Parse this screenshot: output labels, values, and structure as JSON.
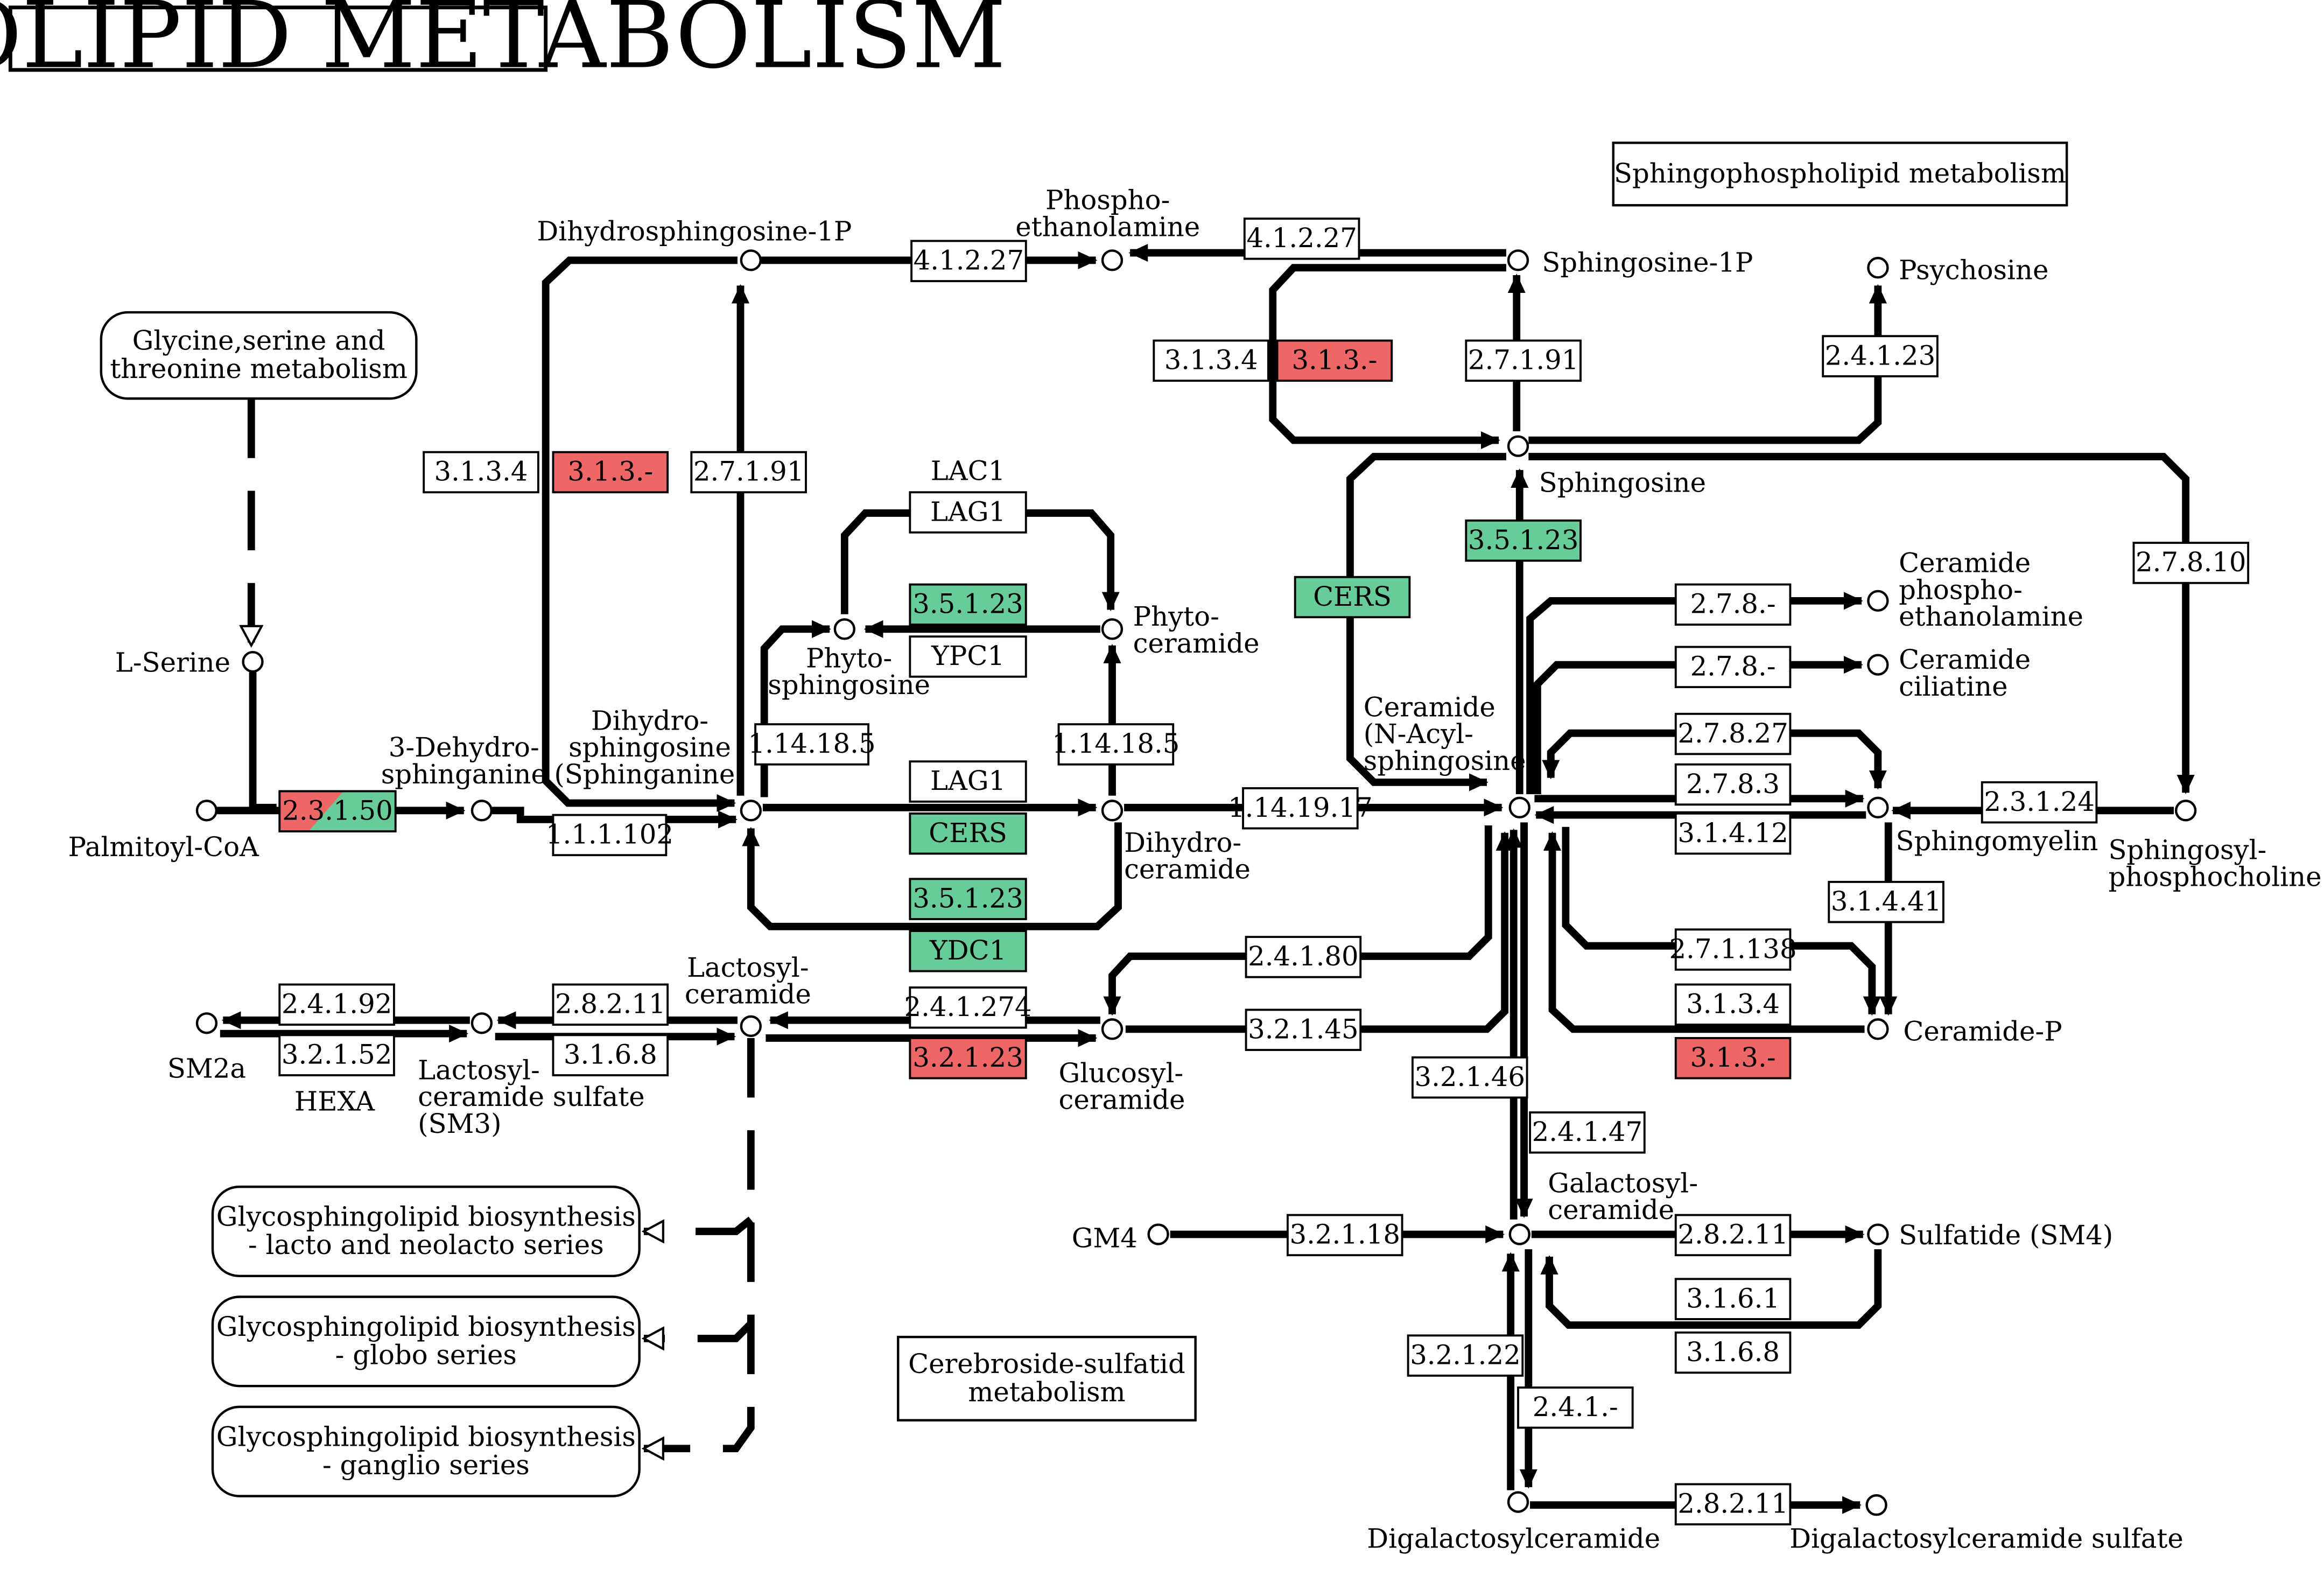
{
  "title": "SPHINGOLIPID METABOLISM",
  "colors": {
    "green": "#66cc99",
    "red": "#ee6666",
    "plain": "#ffffff",
    "line": "#000000"
  },
  "maps": [
    {
      "id": "map-gly",
      "text": [
        "Glycine,serine and",
        "threonine metabolism"
      ]
    },
    {
      "id": "map-sphp",
      "text": [
        "Sphingophospholipid metabolism"
      ]
    },
    {
      "id": "map-lacto",
      "text": [
        "Glycosphingolipid biosynthesis",
        "- lacto and neolacto series"
      ]
    },
    {
      "id": "map-globo",
      "text": [
        "Glycosphingolipid biosynthesis",
        "- globo series"
      ]
    },
    {
      "id": "map-ganglio",
      "text": [
        "Glycosphingolipid biosynthesis",
        "- ganglio series"
      ]
    },
    {
      "id": "map-cerebroside",
      "text": [
        "Cerebroside-sulfatid",
        "metabolism"
      ]
    }
  ],
  "compounds": [
    {
      "id": "c-serine",
      "label": [
        "L-Serine"
      ]
    },
    {
      "id": "c-palmitoyl",
      "label": [
        "Palmitoyl-CoA"
      ]
    },
    {
      "id": "c-3dehydro",
      "label": [
        "3-Dehydro-",
        "sphinganine"
      ]
    },
    {
      "id": "c-dihydrosph",
      "label": [
        "Dihydro-",
        "sphingosine",
        "(Sphinganine)"
      ]
    },
    {
      "id": "c-dihydrosph1p",
      "label": [
        "Dihydrosphingosine-1P"
      ]
    },
    {
      "id": "c-phosphoeth",
      "label": [
        "Phospho-",
        "ethanolamine"
      ]
    },
    {
      "id": "c-sph1p",
      "label": [
        "Sphingosine-1P"
      ]
    },
    {
      "id": "c-psychosine",
      "label": [
        "Psychosine"
      ]
    },
    {
      "id": "c-sphingosine",
      "label": [
        "Sphingosine"
      ]
    },
    {
      "id": "c-phytosph",
      "label": [
        "Phyto-",
        "sphingosine"
      ]
    },
    {
      "id": "c-phytocer",
      "label": [
        "Phyto-",
        "ceramide"
      ]
    },
    {
      "id": "c-dihydrocer",
      "label": [
        "Dihydro-",
        "ceramide"
      ]
    },
    {
      "id": "c-ceramide",
      "label": [
        "Ceramide",
        "(N-Acyl-",
        "sphingosine)"
      ]
    },
    {
      "id": "c-cerpe",
      "label": [
        "Ceramide",
        "phospho-",
        "ethanolamine"
      ]
    },
    {
      "id": "c-cercil",
      "label": [
        "Ceramide",
        "ciliatine"
      ]
    },
    {
      "id": "c-sphingomyelin",
      "label": [
        "Sphingomyelin"
      ]
    },
    {
      "id": "c-sphpc",
      "label": [
        "Sphingosyl-",
        "phosphocholine"
      ]
    },
    {
      "id": "c-cerp",
      "label": [
        "Ceramide-P"
      ]
    },
    {
      "id": "c-lactocer",
      "label": [
        "Lactosyl-",
        "ceramide"
      ]
    },
    {
      "id": "c-glucocer",
      "label": [
        "Glucosyl-",
        "ceramide"
      ]
    },
    {
      "id": "c-sm2a",
      "label": [
        "SM2a"
      ]
    },
    {
      "id": "c-lactosulf",
      "label": [
        "Lactosyl-",
        "ceramide sulfate",
        "(SM3)"
      ]
    },
    {
      "id": "c-gm4",
      "label": [
        "GM4"
      ]
    },
    {
      "id": "c-galcer",
      "label": [
        "Galactosyl-",
        "ceramide"
      ]
    },
    {
      "id": "c-sulfatide",
      "label": [
        "Sulfatide (SM4)"
      ]
    },
    {
      "id": "c-digal",
      "label": [
        "Digalactosylceramide"
      ]
    },
    {
      "id": "c-digalsulf",
      "label": [
        "Digalactosylceramide sulfate"
      ]
    }
  ],
  "free_labels": [
    {
      "id": "lbl-hexa",
      "text": "HEXA"
    }
  ],
  "enzymes": [
    {
      "id": "e-23150",
      "label": "2.3.1.50",
      "color": "split"
    },
    {
      "id": "e-111102",
      "label": "1.1.1.102",
      "color": "plain"
    },
    {
      "id": "e-3134-a",
      "label": "3.1.3.4",
      "color": "plain"
    },
    {
      "id": "e-313-a",
      "label": "3.1.3.-",
      "color": "red"
    },
    {
      "id": "e-27191-a",
      "label": "2.7.1.91",
      "color": "plain"
    },
    {
      "id": "e-41227-a",
      "label": "4.1.2.27",
      "color": "plain"
    },
    {
      "id": "e-41227-b",
      "label": "4.1.2.27",
      "color": "plain"
    },
    {
      "id": "e-3134-b",
      "label": "3.1.3.4",
      "color": "plain"
    },
    {
      "id": "e-313-b",
      "label": "3.1.3.-",
      "color": "red"
    },
    {
      "id": "e-27191-b",
      "label": "2.7.1.91",
      "color": "plain"
    },
    {
      "id": "e-24123",
      "label": "2.4.1.23",
      "color": "plain"
    },
    {
      "id": "e-lac1-label",
      "label": "LAC1",
      "color": "none"
    },
    {
      "id": "e-lag1-a",
      "label": "LAG1",
      "color": "plain"
    },
    {
      "id": "e-35123-a",
      "label": "3.5.1.23",
      "color": "green"
    },
    {
      "id": "e-ypc1",
      "label": "YPC1",
      "color": "plain"
    },
    {
      "id": "e-114185-a",
      "label": "1.14.18.5",
      "color": "plain"
    },
    {
      "id": "e-114185-b",
      "label": "1.14.18.5",
      "color": "plain"
    },
    {
      "id": "e-lag1-b",
      "label": "LAG1",
      "color": "plain"
    },
    {
      "id": "e-cers-a",
      "label": "CERS",
      "color": "green"
    },
    {
      "id": "e-35123-b",
      "label": "3.5.1.23",
      "color": "green"
    },
    {
      "id": "e-ydc1",
      "label": "YDC1",
      "color": "green"
    },
    {
      "id": "e-1141917",
      "label": "1.14.19.17",
      "color": "plain"
    },
    {
      "id": "e-cers-b",
      "label": "CERS",
      "color": "green"
    },
    {
      "id": "e-35123-c",
      "label": "3.5.1.23",
      "color": "green"
    },
    {
      "id": "e-278-a",
      "label": "2.7.8.-",
      "color": "plain"
    },
    {
      "id": "e-278-b",
      "label": "2.7.8.-",
      "color": "plain"
    },
    {
      "id": "e-27827",
      "label": "2.7.8.27",
      "color": "plain"
    },
    {
      "id": "e-2783",
      "label": "2.7.8.3",
      "color": "plain"
    },
    {
      "id": "e-31412",
      "label": "3.1.4.12",
      "color": "plain"
    },
    {
      "id": "e-23124",
      "label": "2.3.1.24",
      "color": "plain"
    },
    {
      "id": "e-27810",
      "label": "2.7.8.10",
      "color": "plain"
    },
    {
      "id": "e-31441",
      "label": "3.1.4.41",
      "color": "plain"
    },
    {
      "id": "e-271138",
      "label": "2.7.1.138",
      "color": "plain"
    },
    {
      "id": "e-3134-c",
      "label": "3.1.3.4",
      "color": "plain"
    },
    {
      "id": "e-313-c",
      "label": "3.1.3.-",
      "color": "red"
    },
    {
      "id": "e-24180",
      "label": "2.4.1.80",
      "color": "plain"
    },
    {
      "id": "e-32145",
      "label": "3.2.1.45",
      "color": "plain"
    },
    {
      "id": "e-241274",
      "label": "2.4.1.274",
      "color": "plain"
    },
    {
      "id": "e-32123",
      "label": "3.2.1.23",
      "color": "red"
    },
    {
      "id": "e-28211-a",
      "label": "2.8.2.11",
      "color": "plain"
    },
    {
      "id": "e-3168-a",
      "label": "3.1.6.8",
      "color": "plain"
    },
    {
      "id": "e-24192",
      "label": "2.4.1.92",
      "color": "plain"
    },
    {
      "id": "e-32152",
      "label": "3.2.1.52",
      "color": "plain"
    },
    {
      "id": "e-32146",
      "label": "3.2.1.46",
      "color": "plain"
    },
    {
      "id": "e-24147",
      "label": "2.4.1.47",
      "color": "plain"
    },
    {
      "id": "e-32118",
      "label": "3.2.1.18",
      "color": "plain"
    },
    {
      "id": "e-28211-b",
      "label": "2.8.2.11",
      "color": "plain"
    },
    {
      "id": "e-3161",
      "label": "3.1.6.1",
      "color": "plain"
    },
    {
      "id": "e-3168-b",
      "label": "3.1.6.8",
      "color": "plain"
    },
    {
      "id": "e-32122",
      "label": "3.2.1.22",
      "color": "plain"
    },
    {
      "id": "e-241-dash",
      "label": "2.4.1.-",
      "color": "plain"
    },
    {
      "id": "e-28211-c",
      "label": "2.8.2.11",
      "color": "plain"
    }
  ]
}
